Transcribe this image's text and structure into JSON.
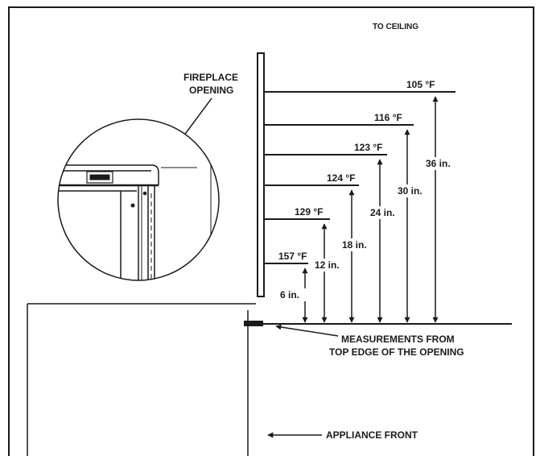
{
  "labels": {
    "to_ceiling": "TO CEILING",
    "fireplace_opening_line1": "FIREPLACE",
    "fireplace_opening_line2": "OPENING",
    "measurements_line1": "MEASUREMENTS FROM",
    "measurements_line2": "TOP EDGE OF THE OPENING",
    "appliance_front": "APPLIANCE FRONT"
  },
  "shelves": [
    {
      "temperature": "157 °F",
      "distance": "6 in."
    },
    {
      "temperature": "129 °F",
      "distance": "12 in."
    },
    {
      "temperature": "124 °F",
      "distance": "18 in."
    },
    {
      "temperature": "123 °F",
      "distance": "24 in."
    },
    {
      "temperature": "116 °F",
      "distance": "30 in."
    },
    {
      "temperature": "105 °F",
      "distance": "36 in."
    }
  ]
}
